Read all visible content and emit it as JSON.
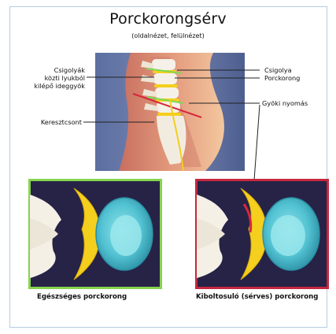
{
  "diagram": {
    "title": "Porckorongsérv",
    "subtitle": "(oldalnézet, felülnézet)",
    "labels": {
      "nerve_root_exit": "Csigolyák\nközti lyukból\nkilépő ideggyök",
      "sacrum": "Keresztcsont",
      "vertebra": "Csigolya",
      "disc": "Porckorong",
      "root_compression": "Gyöki nyomás"
    },
    "captions": {
      "healthy": "Egészséges porckorong",
      "herniated": "Kiboltosuló (sérves) porckorong"
    },
    "colors": {
      "healthy_frame": "#86d34d",
      "herniated_frame": "#c4283f",
      "disc_yellow": "#f4cf1d",
      "disc_cyan": "#5ac8d6",
      "dark_bg": "#262347"
    }
  }
}
